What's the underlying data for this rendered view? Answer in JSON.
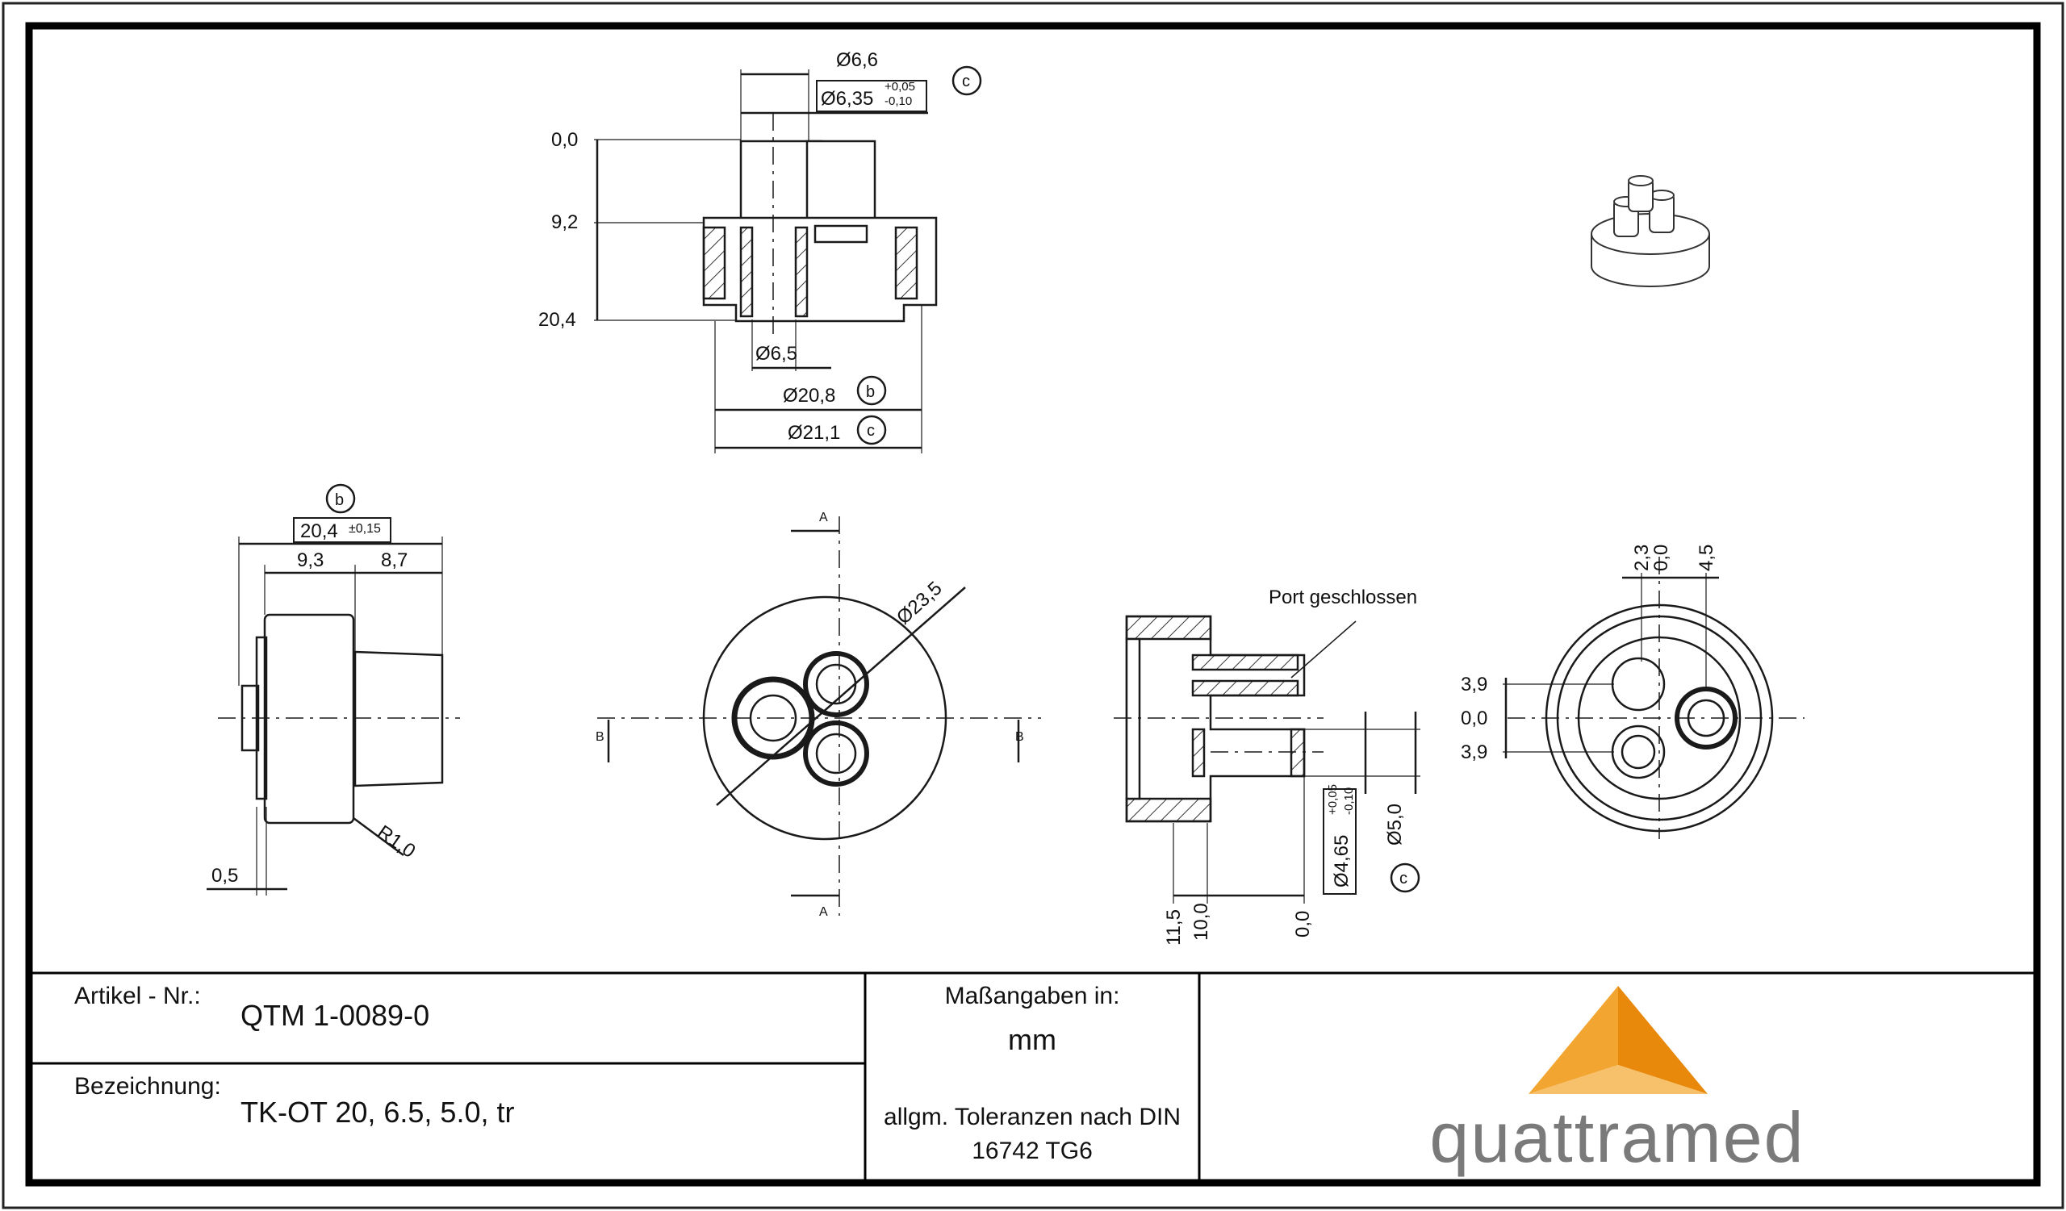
{
  "top_view": {
    "dim_d66": "Ø6,6",
    "dim_d635": "Ø6,35",
    "tol_635_plus": "+0,05",
    "tol_635_minus": "-0,10",
    "mark_c1": "c",
    "z_00": "0,0",
    "z_92": "9,2",
    "z_204": "20,4",
    "dim_d65": "Ø6,5",
    "dim_d208": "Ø20,8",
    "mark_b1": "b",
    "dim_d211": "Ø21,1",
    "mark_c2": "c"
  },
  "side_view": {
    "mark_b": "b",
    "dim_204": "20,4",
    "tol_204": "±0,15",
    "dim_93": "9,3",
    "dim_87": "8,7",
    "dim_r10": "R1,0",
    "dim_05": "0,5"
  },
  "front_view": {
    "dim_d235": "Ø23,5",
    "sec_a_top": "A",
    "sec_a_bottom": "A",
    "sec_b_left": "B",
    "sec_b_right": "B"
  },
  "section_view": {
    "label_port": "Port geschlossen",
    "dim_d465": "Ø4,65",
    "tol_465_plus": "+0,05",
    "tol_465_minus": "-0,10",
    "dim_d50": "Ø5,0",
    "mark_c": "c",
    "x_115": "11,5",
    "x_100": "10,0",
    "x_00": "0,0"
  },
  "bottom_view": {
    "dim_23": "2,3",
    "dim_00a": "0,0",
    "dim_45": "4,5",
    "y_39a": "3,9",
    "y_00": "0,0",
    "y_39b": "3,9"
  },
  "title_block": {
    "article_label": "Artikel - Nr.:",
    "article_value": "QTM 1-0089-0",
    "designation_label": "Bezeichnung:",
    "designation_value": "TK-OT 20, 6.5, 5.0, tr",
    "units_label": "Maßangaben in:",
    "units_value": "mm",
    "tolerance_line1": "allgm. Toleranzen nach DIN",
    "tolerance_line2": "16742 TG6",
    "logo_text": "quattramed"
  },
  "colors": {
    "line": "#1a1a1a",
    "logo_orange_dark": "#e8890c",
    "logo_orange_mid": "#f2a531",
    "logo_orange_light": "#f7c06a",
    "logo_text": "#7a7a7a"
  }
}
